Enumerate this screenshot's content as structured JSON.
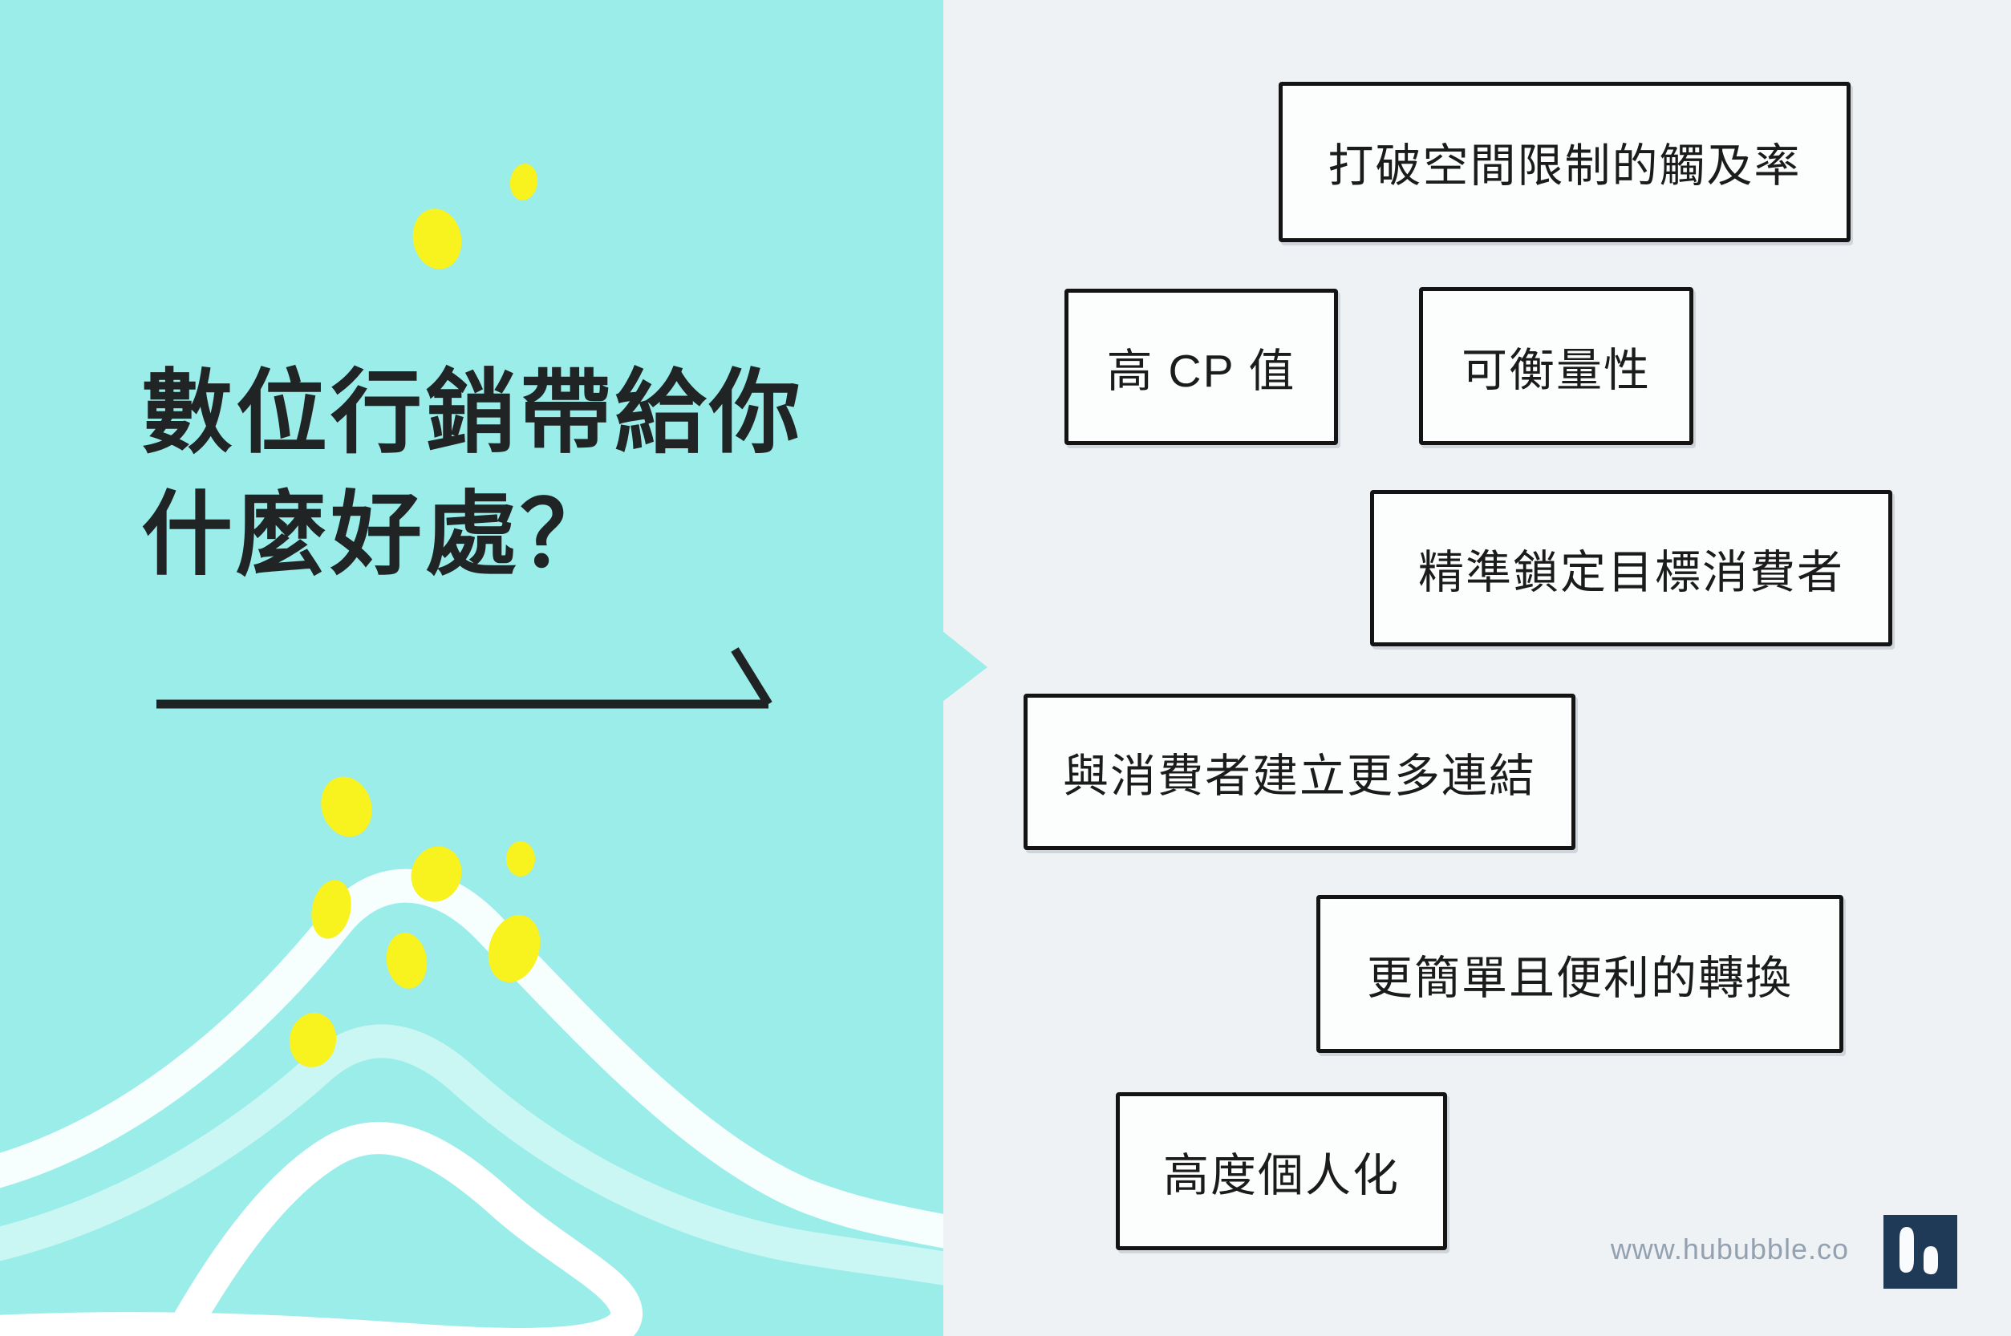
{
  "title": {
    "line1": "數位行銷帶給你",
    "line2": "什麼好處？"
  },
  "benefits": [
    {
      "label": "打破空間限制的觸及率"
    },
    {
      "label": "高 CP 值"
    },
    {
      "label": "可衡量性"
    },
    {
      "label": "精準鎖定目標消費者"
    },
    {
      "label": "與消費者建立更多連結"
    },
    {
      "label": "更簡單且便利的轉換"
    },
    {
      "label": "高度個人化"
    }
  ],
  "footer": {
    "url": "www.hububble.co"
  },
  "colors": {
    "teal_panel": "#9AEDE9",
    "right_panel": "#EEF2F5",
    "box_fill": "#FCFDFD",
    "box_border": "#141414",
    "ink": "#212424",
    "accent_yellow": "#F8F21E",
    "brush_white": "#FFFFFF",
    "footer_text": "#93A1B1",
    "logo_navy": "#1E3A57"
  },
  "icons": {
    "arrow": "arrow-line-right",
    "divider": "chevron-right",
    "logo": "hububble-logo",
    "decorations": [
      "paint-dab",
      "brush-stroke"
    ]
  }
}
